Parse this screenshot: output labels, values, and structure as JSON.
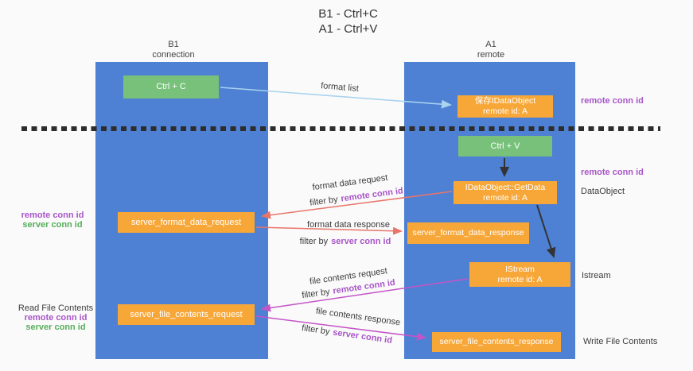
{
  "title": {
    "line1": "B1 - Ctrl+C",
    "line2": "A1 - Ctrl+V"
  },
  "columns": {
    "left": {
      "title": "B1",
      "subtitle": "connection"
    },
    "right": {
      "title": "A1",
      "subtitle": "remote"
    }
  },
  "nodes": {
    "ctrl_c": {
      "label": "Ctrl + C"
    },
    "ctrl_v": {
      "label": "Ctrl + V"
    },
    "save_dataobject": {
      "line1": "保存IDataObject",
      "line2": "remote id: A"
    },
    "getdata": {
      "line1": "IDataObject::GetData",
      "line2": "remote id: A"
    },
    "istream": {
      "line1": "IStream",
      "line2": "remote id: A"
    },
    "format_request": {
      "label": "server_format_data_request"
    },
    "format_response": {
      "label": "server_format_data_response"
    },
    "file_request": {
      "label": "server_file_contents_request"
    },
    "file_response": {
      "label": "server_file_contents_response"
    }
  },
  "labels": {
    "format_list": "format list",
    "format_data_request": "format data request",
    "format_data_response": "format data response",
    "file_contents_request": "file contents request",
    "file_contents_response": "file contents response",
    "filter_by": "filter by",
    "remote_conn_id": "remote conn id",
    "server_conn_id": "server conn id",
    "dataobject": "DataObject",
    "istream": "Istream",
    "read_file_contents": "Read File Contents",
    "write_file_contents": "Write File Contents"
  },
  "colors": {
    "background": "#fafafa",
    "column_blue": "#4e80d3",
    "box_green": "#77c17a",
    "box_orange": "#f7a738",
    "arrow_blue": "#a9d3ef",
    "arrow_black": "#333333",
    "arrow_red": "#e8756a",
    "arrow_magenta": "#c455c8",
    "text_purple": "#a855c8",
    "text_green": "#56ad5a",
    "text_dark": "#3c3c3c",
    "separator_black": "#2d2d2d"
  }
}
